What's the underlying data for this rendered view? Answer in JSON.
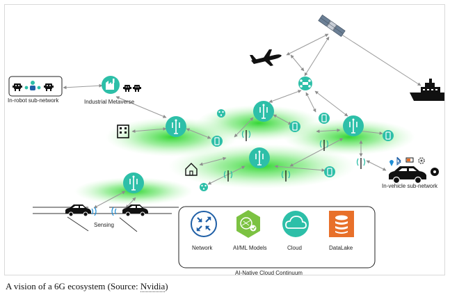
{
  "labels": {
    "in_robot": "In-robot sub-network",
    "industrial_metaverse": "Industrial Metaverse",
    "in_vehicle": "In-vehicle sub-network",
    "sensing": "Sensing",
    "network": "Network",
    "aiml": "AI/ML Models",
    "cloud": "Cloud",
    "datalake": "DataLake",
    "continuum": "AI-Native Cloud Continuum"
  },
  "caption": {
    "text": "A vision of a 6G ecosystem (Source: ",
    "link": "Nvidia",
    "tail": ")"
  },
  "colors": {
    "teal": "#2dbfa8",
    "green_glow": "#3ddc3d",
    "network_blue": "#1f5fa6",
    "aiml_green": "#7cc242",
    "datalake_orange": "#e8702a",
    "arrow_gray": "#9a9a9a"
  },
  "icons": [
    "satellite-icon",
    "airplane-icon",
    "ship-icon",
    "drone-icon",
    "robot-icon",
    "factory-icon",
    "building-icon",
    "house-icon",
    "phone-icon",
    "antenna-icon",
    "cell-tower-icon",
    "car-icon",
    "network-icon",
    "brain-icon",
    "cloud-icon",
    "database-icon"
  ]
}
